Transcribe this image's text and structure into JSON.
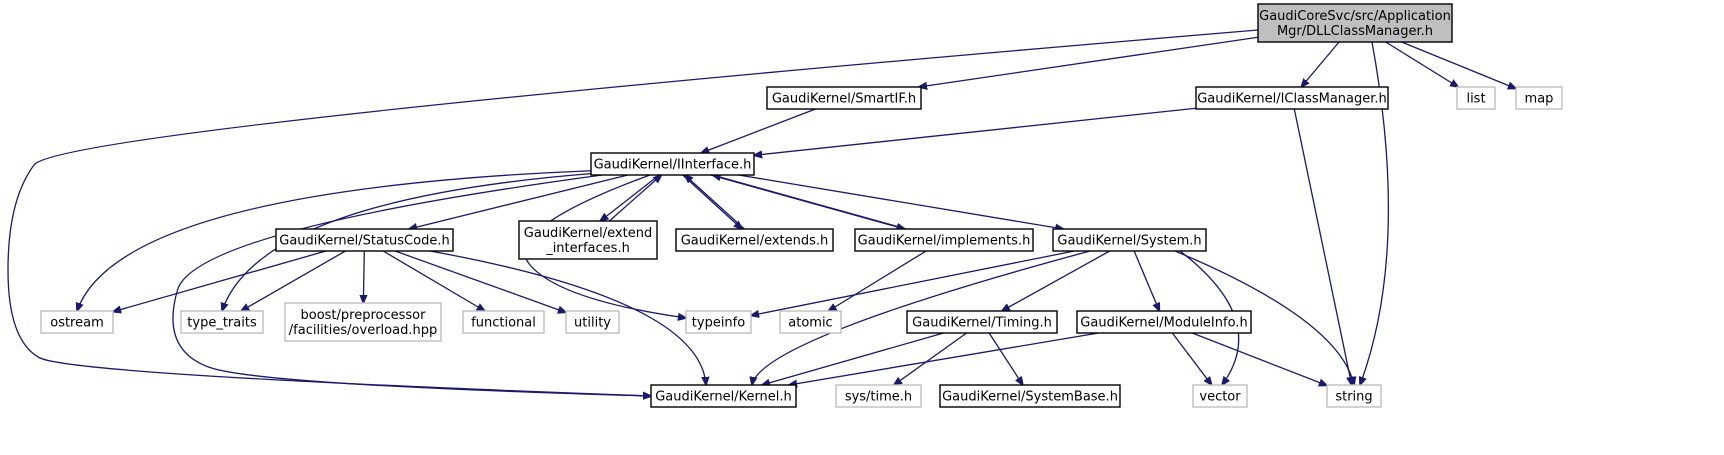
{
  "diagram": {
    "nodes": [
      {
        "id": "root",
        "lines": [
          "GaudiCoreSvc/src/Application",
          "Mgr/DLLClassManager.h"
        ],
        "kind": "root"
      },
      {
        "id": "smartif",
        "lines": [
          "GaudiKernel/SmartIF.h"
        ],
        "kind": "doc"
      },
      {
        "id": "iclassmanager",
        "lines": [
          "GaudiKernel/IClassManager.h"
        ],
        "kind": "doc"
      },
      {
        "id": "list",
        "lines": [
          "list"
        ],
        "kind": "ext"
      },
      {
        "id": "map",
        "lines": [
          "map"
        ],
        "kind": "ext"
      },
      {
        "id": "iinterface",
        "lines": [
          "GaudiKernel/IInterface.h"
        ],
        "kind": "doc"
      },
      {
        "id": "statuscode",
        "lines": [
          "GaudiKernel/StatusCode.h"
        ],
        "kind": "doc"
      },
      {
        "id": "extend_interfaces",
        "lines": [
          "GaudiKernel/extend",
          "_interfaces.h"
        ],
        "kind": "doc"
      },
      {
        "id": "extends",
        "lines": [
          "GaudiKernel/extends.h"
        ],
        "kind": "doc"
      },
      {
        "id": "implements",
        "lines": [
          "GaudiKernel/implements.h"
        ],
        "kind": "doc"
      },
      {
        "id": "system",
        "lines": [
          "GaudiKernel/System.h"
        ],
        "kind": "doc"
      },
      {
        "id": "ostream",
        "lines": [
          "ostream"
        ],
        "kind": "ext"
      },
      {
        "id": "type_traits",
        "lines": [
          "type_traits"
        ],
        "kind": "ext"
      },
      {
        "id": "boost_overload",
        "lines": [
          "boost/preprocessor",
          "/facilities/overload.hpp"
        ],
        "kind": "ext"
      },
      {
        "id": "functional",
        "lines": [
          "functional"
        ],
        "kind": "ext"
      },
      {
        "id": "utility",
        "lines": [
          "utility"
        ],
        "kind": "ext"
      },
      {
        "id": "typeinfo",
        "lines": [
          "typeinfo"
        ],
        "kind": "ext"
      },
      {
        "id": "atomic",
        "lines": [
          "atomic"
        ],
        "kind": "ext"
      },
      {
        "id": "timing",
        "lines": [
          "GaudiKernel/Timing.h"
        ],
        "kind": "doc"
      },
      {
        "id": "moduleinfo",
        "lines": [
          "GaudiKernel/ModuleInfo.h"
        ],
        "kind": "doc"
      },
      {
        "id": "kernel",
        "lines": [
          "GaudiKernel/Kernel.h"
        ],
        "kind": "doc"
      },
      {
        "id": "systime",
        "lines": [
          "sys/time.h"
        ],
        "kind": "ext"
      },
      {
        "id": "systembase",
        "lines": [
          "GaudiKernel/SystemBase.h"
        ],
        "kind": "doc"
      },
      {
        "id": "vector",
        "lines": [
          "vector"
        ],
        "kind": "ext"
      },
      {
        "id": "string",
        "lines": [
          "string"
        ],
        "kind": "ext"
      }
    ],
    "edges": [
      {
        "from": "root",
        "to": "kernel"
      },
      {
        "from": "root",
        "to": "smartif"
      },
      {
        "from": "root",
        "to": "iclassmanager"
      },
      {
        "from": "root",
        "to": "string"
      },
      {
        "from": "root",
        "to": "list"
      },
      {
        "from": "root",
        "to": "map"
      },
      {
        "from": "smartif",
        "to": "iinterface"
      },
      {
        "from": "iclassmanager",
        "to": "iinterface"
      },
      {
        "from": "iclassmanager",
        "to": "string"
      },
      {
        "from": "iinterface",
        "to": "ostream"
      },
      {
        "from": "iinterface",
        "to": "type_traits"
      },
      {
        "from": "iinterface",
        "to": "kernel"
      },
      {
        "from": "iinterface",
        "to": "statuscode"
      },
      {
        "from": "iinterface",
        "to": "typeinfo"
      },
      {
        "from": "iinterface",
        "to": "extend_interfaces"
      },
      {
        "from": "iinterface",
        "to": "extends"
      },
      {
        "from": "iinterface",
        "to": "implements"
      },
      {
        "from": "iinterface",
        "to": "system"
      },
      {
        "from": "extend_interfaces",
        "to": "iinterface"
      },
      {
        "from": "extends",
        "to": "iinterface"
      },
      {
        "from": "implements",
        "to": "iinterface"
      },
      {
        "from": "implements",
        "to": "atomic"
      },
      {
        "from": "statuscode",
        "to": "ostream"
      },
      {
        "from": "statuscode",
        "to": "type_traits"
      },
      {
        "from": "statuscode",
        "to": "boost_overload"
      },
      {
        "from": "statuscode",
        "to": "functional"
      },
      {
        "from": "statuscode",
        "to": "utility"
      },
      {
        "from": "statuscode",
        "to": "kernel"
      },
      {
        "from": "system",
        "to": "typeinfo"
      },
      {
        "from": "system",
        "to": "kernel"
      },
      {
        "from": "system",
        "to": "timing"
      },
      {
        "from": "system",
        "to": "moduleinfo"
      },
      {
        "from": "system",
        "to": "vector"
      },
      {
        "from": "system",
        "to": "string"
      },
      {
        "from": "timing",
        "to": "kernel"
      },
      {
        "from": "timing",
        "to": "systime"
      },
      {
        "from": "timing",
        "to": "systembase"
      },
      {
        "from": "moduleinfo",
        "to": "kernel"
      },
      {
        "from": "moduleinfo",
        "to": "vector"
      },
      {
        "from": "moduleinfo",
        "to": "string"
      }
    ],
    "colors": {
      "edge": "#191970",
      "root_fill": "#bfbfbf",
      "doc_border": "#000000",
      "ext_border": "#bfbfbf"
    }
  }
}
